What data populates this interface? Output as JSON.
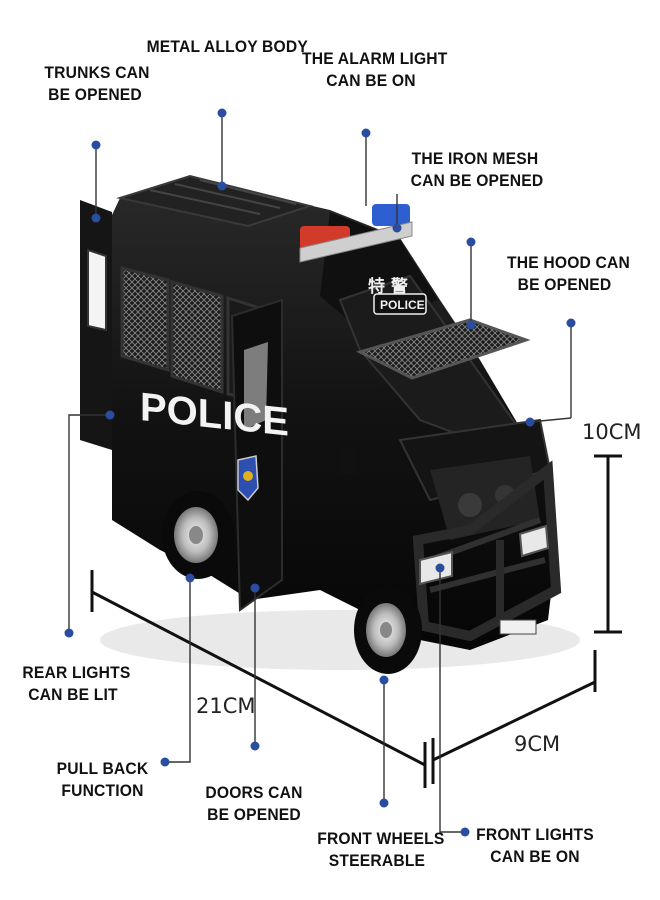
{
  "labels": {
    "metal_alloy_body": [
      "METAL ALLOY BODY"
    ],
    "alarm_light": [
      "THE ALARM LIGHT",
      "CAN BE ON"
    ],
    "trunks": [
      "TRUNKS CAN",
      "BE OPENED"
    ],
    "iron_mesh": [
      "THE IRON MESH",
      "CAN BE OPENED"
    ],
    "hood": [
      "THE HOOD CAN",
      "BE OPENED"
    ],
    "rear_lights": [
      "REAR LIGHTS",
      "CAN BE LIT"
    ],
    "pull_back": [
      "PULL BACK",
      "FUNCTION"
    ],
    "doors": [
      "DOORS CAN",
      "BE OPENED"
    ],
    "front_wheels": [
      "FRONT WHEELS",
      "STEERABLE"
    ],
    "front_lights": [
      "FRONT LIGHTS",
      "CAN BE ON"
    ]
  },
  "dimensions": {
    "height": "10CM",
    "length": "21CM",
    "width": "9CM"
  },
  "vehicle": {
    "side_text": "POLICE",
    "plate_text": "POLICE",
    "chinese_text": "特 警"
  },
  "colors": {
    "marker_blue": "#2b4da0",
    "body_black": "#141414",
    "siren_red": "#d23a2a",
    "siren_blue": "#2e5fd0"
  }
}
